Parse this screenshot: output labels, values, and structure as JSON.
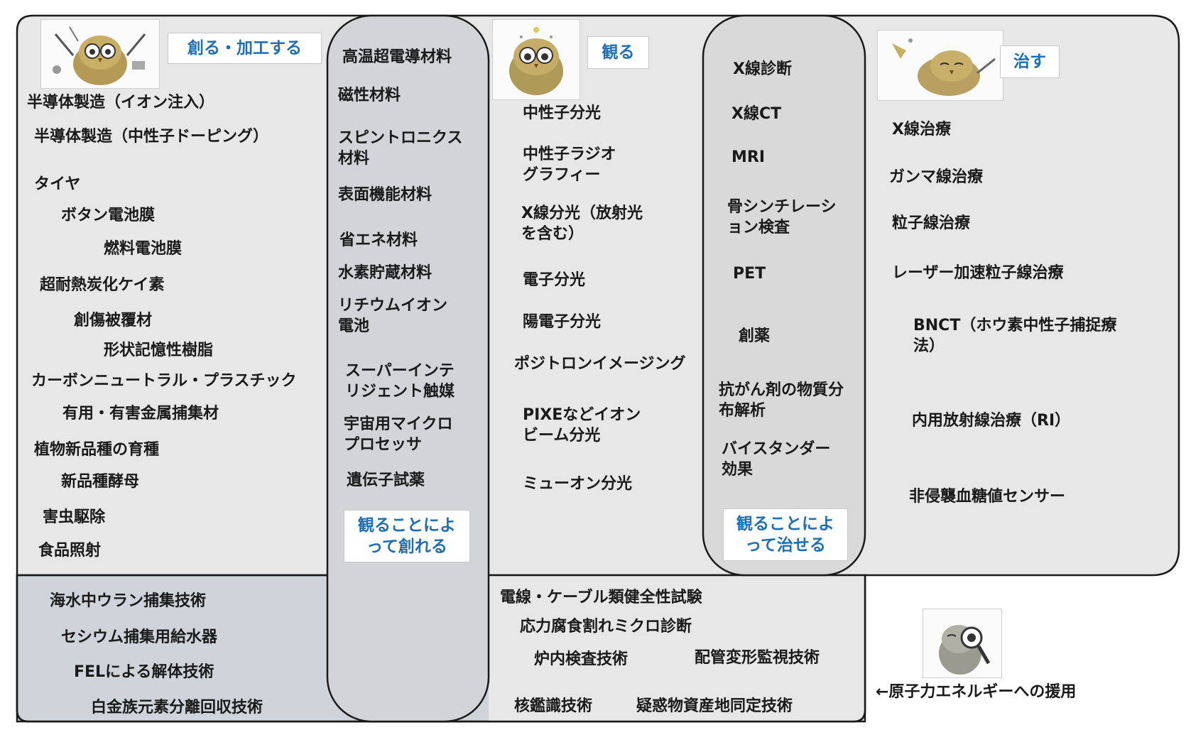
{
  "create": {
    "title": "創る・加工する",
    "items": [
      "半導体製造（イオン注入）",
      "半導体製造（中性子ドーピング）",
      "タイヤ",
      "ボタン電池膜",
      "燃料電池膜",
      "超耐熱炭化ケイ素",
      "創傷被覆材",
      "形状記憶性樹脂",
      "カーボンニュートラル・プラスチック",
      "有用・有害金属捕集材",
      "植物新品種の育種",
      "新品種酵母",
      "害虫駆除",
      "食品照射"
    ]
  },
  "materials": {
    "items": [
      "高温超電導材料",
      "磁性材料",
      "スピントロニクス材料",
      "表面機能材料",
      "省エネ材料",
      "水素貯蔵材料",
      "リチウムイオン電池",
      "スーパーインテリジェント触媒",
      "宇宙用マイクロプロセッサ",
      "遺伝子試薬"
    ],
    "note": "観ることによって創れる"
  },
  "observe": {
    "title": "観る",
    "items": [
      "中性子分光",
      "中性子ラジオグラフィー",
      "X線分光（放射光を含む）",
      "電子分光",
      "陽電子分光",
      "ポジトロンイメージング",
      "PIXEなどイオンビーム分光",
      "ミューオン分光"
    ]
  },
  "diagnose": {
    "items": [
      "X線診断",
      "X線CT",
      "MRI",
      "骨シンチレーション検査",
      "PET",
      "創薬",
      "抗がん剤の物質分布解析",
      "バイスタンダー効果"
    ],
    "note": "観ることによって治せる"
  },
  "cure": {
    "title": "治す",
    "items": [
      "X線治療",
      "ガンマ線治療",
      "粒子線治療",
      "レーザー加速粒子線治療",
      "BNCT（ホウ素中性子捕捉療法）",
      "内用放射線治療（RI）",
      "非侵襲血糖値センサー"
    ]
  },
  "nuclear_left": {
    "items": [
      "海水中ウラン捕集技術",
      "セシウム捕集用給水器",
      "FELによる解体技術",
      "白金族元素分離回収技術"
    ]
  },
  "nuclear_center": {
    "items": [
      "電線・ケーブル類健全性試験",
      "応力腐食割れミクロ診断",
      "炉内検査技術",
      "配管変形監視技術",
      "核鑑識技術",
      "疑惑物資産地同定技術"
    ]
  },
  "legend": {
    "text": "←原子力エネルギーへの援用"
  },
  "icons": [
    "owl-tools-icon",
    "owl-observe-icon",
    "owl-cure-icon",
    "owl-magnifier-icon"
  ],
  "colors": {
    "panel_light": "#e7e7e7",
    "panel_mid": "#d3d3d5",
    "panel_dark": "#c9cdd3",
    "accent": "#1f6fb5",
    "stroke": "#1a1a1a"
  }
}
